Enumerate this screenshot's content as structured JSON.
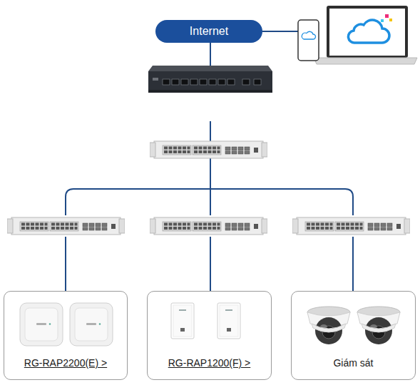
{
  "diagram": {
    "nodes": [
      {
        "text": [
          "Internet"
        ]
      },
      {
        "text": [
          "RG-RAP2200(E) >"
        ]
      },
      {
        "text": [
          "RG-RAP1200(F) >"
        ]
      },
      {
        "text": [
          "Giám sát"
        ]
      }
    ]
  }
}
